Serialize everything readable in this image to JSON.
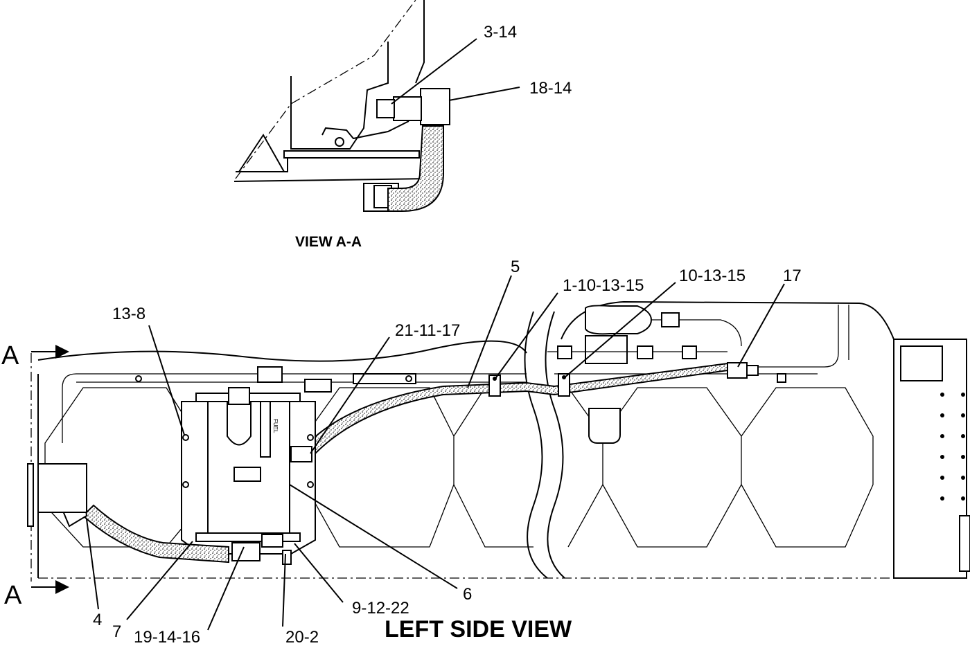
{
  "view_aa": {
    "title": "VIEW A-A",
    "callouts": {
      "c_3_14": "3-14",
      "c_18_14": "18-14"
    }
  },
  "left_side": {
    "title": "LEFT SIDE VIEW",
    "section_marks": {
      "top": "A",
      "bottom": "A"
    },
    "callouts": {
      "c_13_8": "13-8",
      "c_21_11_17": "21-11-17",
      "c_5": "5",
      "c_1_10_13_15": "1-10-13-15",
      "c_10_13_15": "10-13-15",
      "c_17": "17",
      "c_4": "4",
      "c_7": "7",
      "c_19_14_16": "19-14-16",
      "c_20_2": "20-2",
      "c_9_12_22": "9-12-22",
      "c_6": "6"
    }
  },
  "filter_label": "FUEL"
}
